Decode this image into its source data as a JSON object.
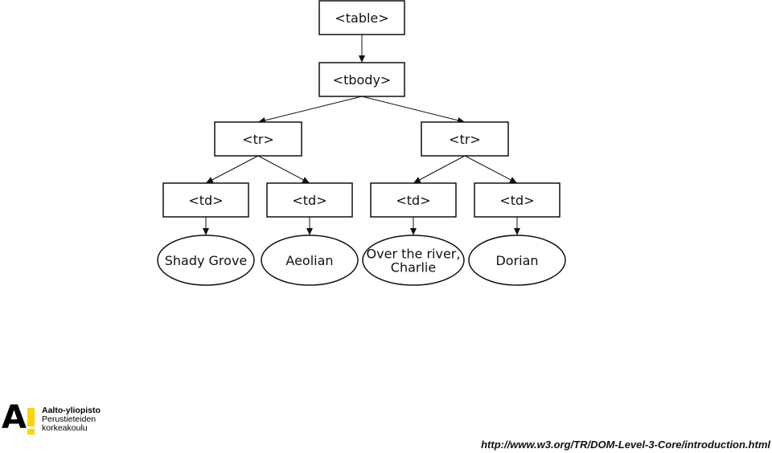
{
  "diagram": {
    "nodes": [
      {
        "id": "table",
        "label": "<table>",
        "shape": "box"
      },
      {
        "id": "tbody",
        "label": "<tbody>",
        "shape": "box"
      },
      {
        "id": "tr1",
        "label": "<tr>",
        "shape": "box"
      },
      {
        "id": "tr2",
        "label": "<tr>",
        "shape": "box"
      },
      {
        "id": "td1",
        "label": "<td>",
        "shape": "box"
      },
      {
        "id": "td2",
        "label": "<td>",
        "shape": "box"
      },
      {
        "id": "td3",
        "label": "<td>",
        "shape": "box"
      },
      {
        "id": "td4",
        "label": "<td>",
        "shape": "box"
      },
      {
        "id": "text1",
        "label": [
          "Shady Grove"
        ],
        "shape": "ellipse"
      },
      {
        "id": "text2",
        "label": [
          "Aeolian"
        ],
        "shape": "ellipse"
      },
      {
        "id": "text3",
        "label": [
          "Over the river,",
          "Charlie"
        ],
        "shape": "ellipse"
      },
      {
        "id": "text4",
        "label": [
          "Dorian"
        ],
        "shape": "ellipse"
      }
    ],
    "edges": [
      [
        "table",
        "tbody"
      ],
      [
        "tbody",
        "tr1"
      ],
      [
        "tbody",
        "tr2"
      ],
      [
        "tr1",
        "td1"
      ],
      [
        "tr1",
        "td2"
      ],
      [
        "tr2",
        "td3"
      ],
      [
        "tr2",
        "td4"
      ],
      [
        "td1",
        "text1"
      ],
      [
        "td2",
        "text2"
      ],
      [
        "td3",
        "text3"
      ],
      [
        "td4",
        "text4"
      ]
    ]
  },
  "logo": {
    "mark": "A",
    "line1": "Aalto-yliopisto",
    "line2": "Perustieteiden",
    "line3": "korkeakoulu"
  },
  "source": "http://www.w3.org/TR/DOM-Level-3-Core/introduction.html"
}
